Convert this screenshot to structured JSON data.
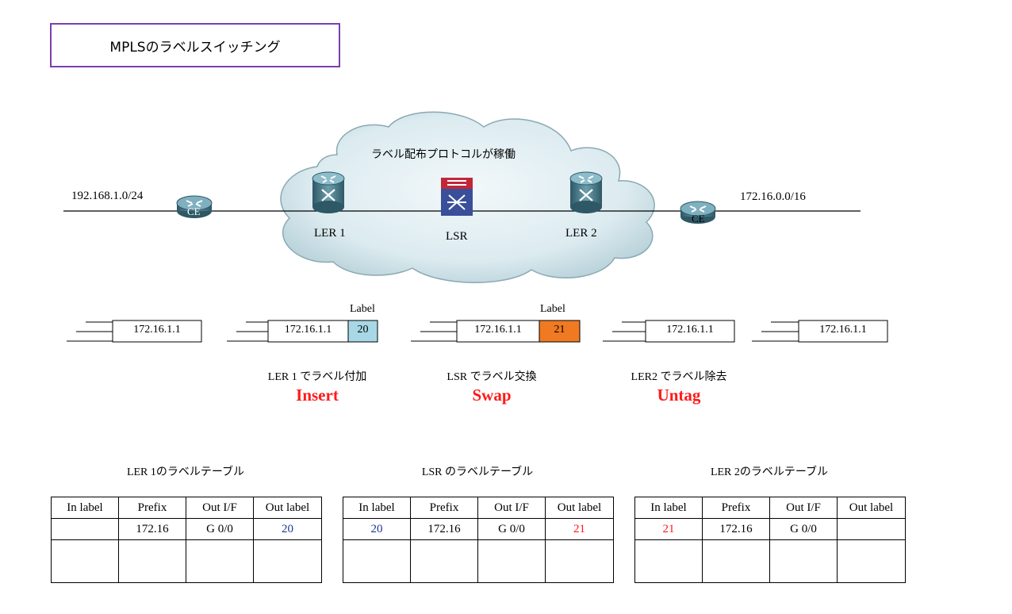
{
  "title": "MPLSのラベルスイッチング",
  "cloud_label": "ラベル配布プロトコルが稼働",
  "networks": {
    "left": "192.168.1.0/24",
    "right": "172.16.0.0/16"
  },
  "devices": {
    "ce_left": "CE",
    "ler1": "LER 1",
    "lsr": "LSR",
    "ler2": "LER 2",
    "ce_right": "CE"
  },
  "packets": [
    {
      "ip": "172.16.1.1",
      "label": null,
      "label_heading": null,
      "label_color": null
    },
    {
      "ip": "172.16.1.1",
      "label": "20",
      "label_heading": "Label",
      "label_color": "#a8d8e6"
    },
    {
      "ip": "172.16.1.1",
      "label": "21",
      "label_heading": "Label",
      "label_color": "#f07a22"
    },
    {
      "ip": "172.16.1.1",
      "label": null,
      "label_heading": null,
      "label_color": null
    },
    {
      "ip": "172.16.1.1",
      "label": null,
      "label_heading": null,
      "label_color": null
    }
  ],
  "operations": [
    {
      "desc": "LER 1 でラベル付加",
      "name": "Insert"
    },
    {
      "desc": "LSR でラベル交換",
      "name": "Swap"
    },
    {
      "desc": "LER2 でラベル除去",
      "name": "Untag"
    }
  ],
  "tables": [
    {
      "title": "LER 1のラベルテーブル",
      "headers": [
        "In label",
        "Prefix",
        "Out I/F",
        "Out label"
      ],
      "row": [
        "",
        "172.16",
        "G 0/0",
        "20"
      ]
    },
    {
      "title": "LSR のラベルテーブル",
      "headers": [
        "In label",
        "Prefix",
        "Out I/F",
        "Out label"
      ],
      "row": [
        "20",
        "172.16",
        "G 0/0",
        "21"
      ]
    },
    {
      "title": "LER 2のラベルテーブル",
      "headers": [
        "In label",
        "Prefix",
        "Out I/F",
        "Out label"
      ],
      "row": [
        "21",
        "172.16",
        "G 0/0",
        ""
      ]
    }
  ],
  "colors": {
    "title_border": "#7a3fb0",
    "cloud_fill": "#dcebf0",
    "router_body": "#4d7d8c",
    "lsr_body": "#3a4f9a",
    "lsr_top": "#c0283a",
    "op_name": "#ff1a1a",
    "label_20": "#a8d8e6",
    "label_21": "#f07a22",
    "blue_value": "#1a3a8a",
    "red_value": "#ff1a1a"
  }
}
